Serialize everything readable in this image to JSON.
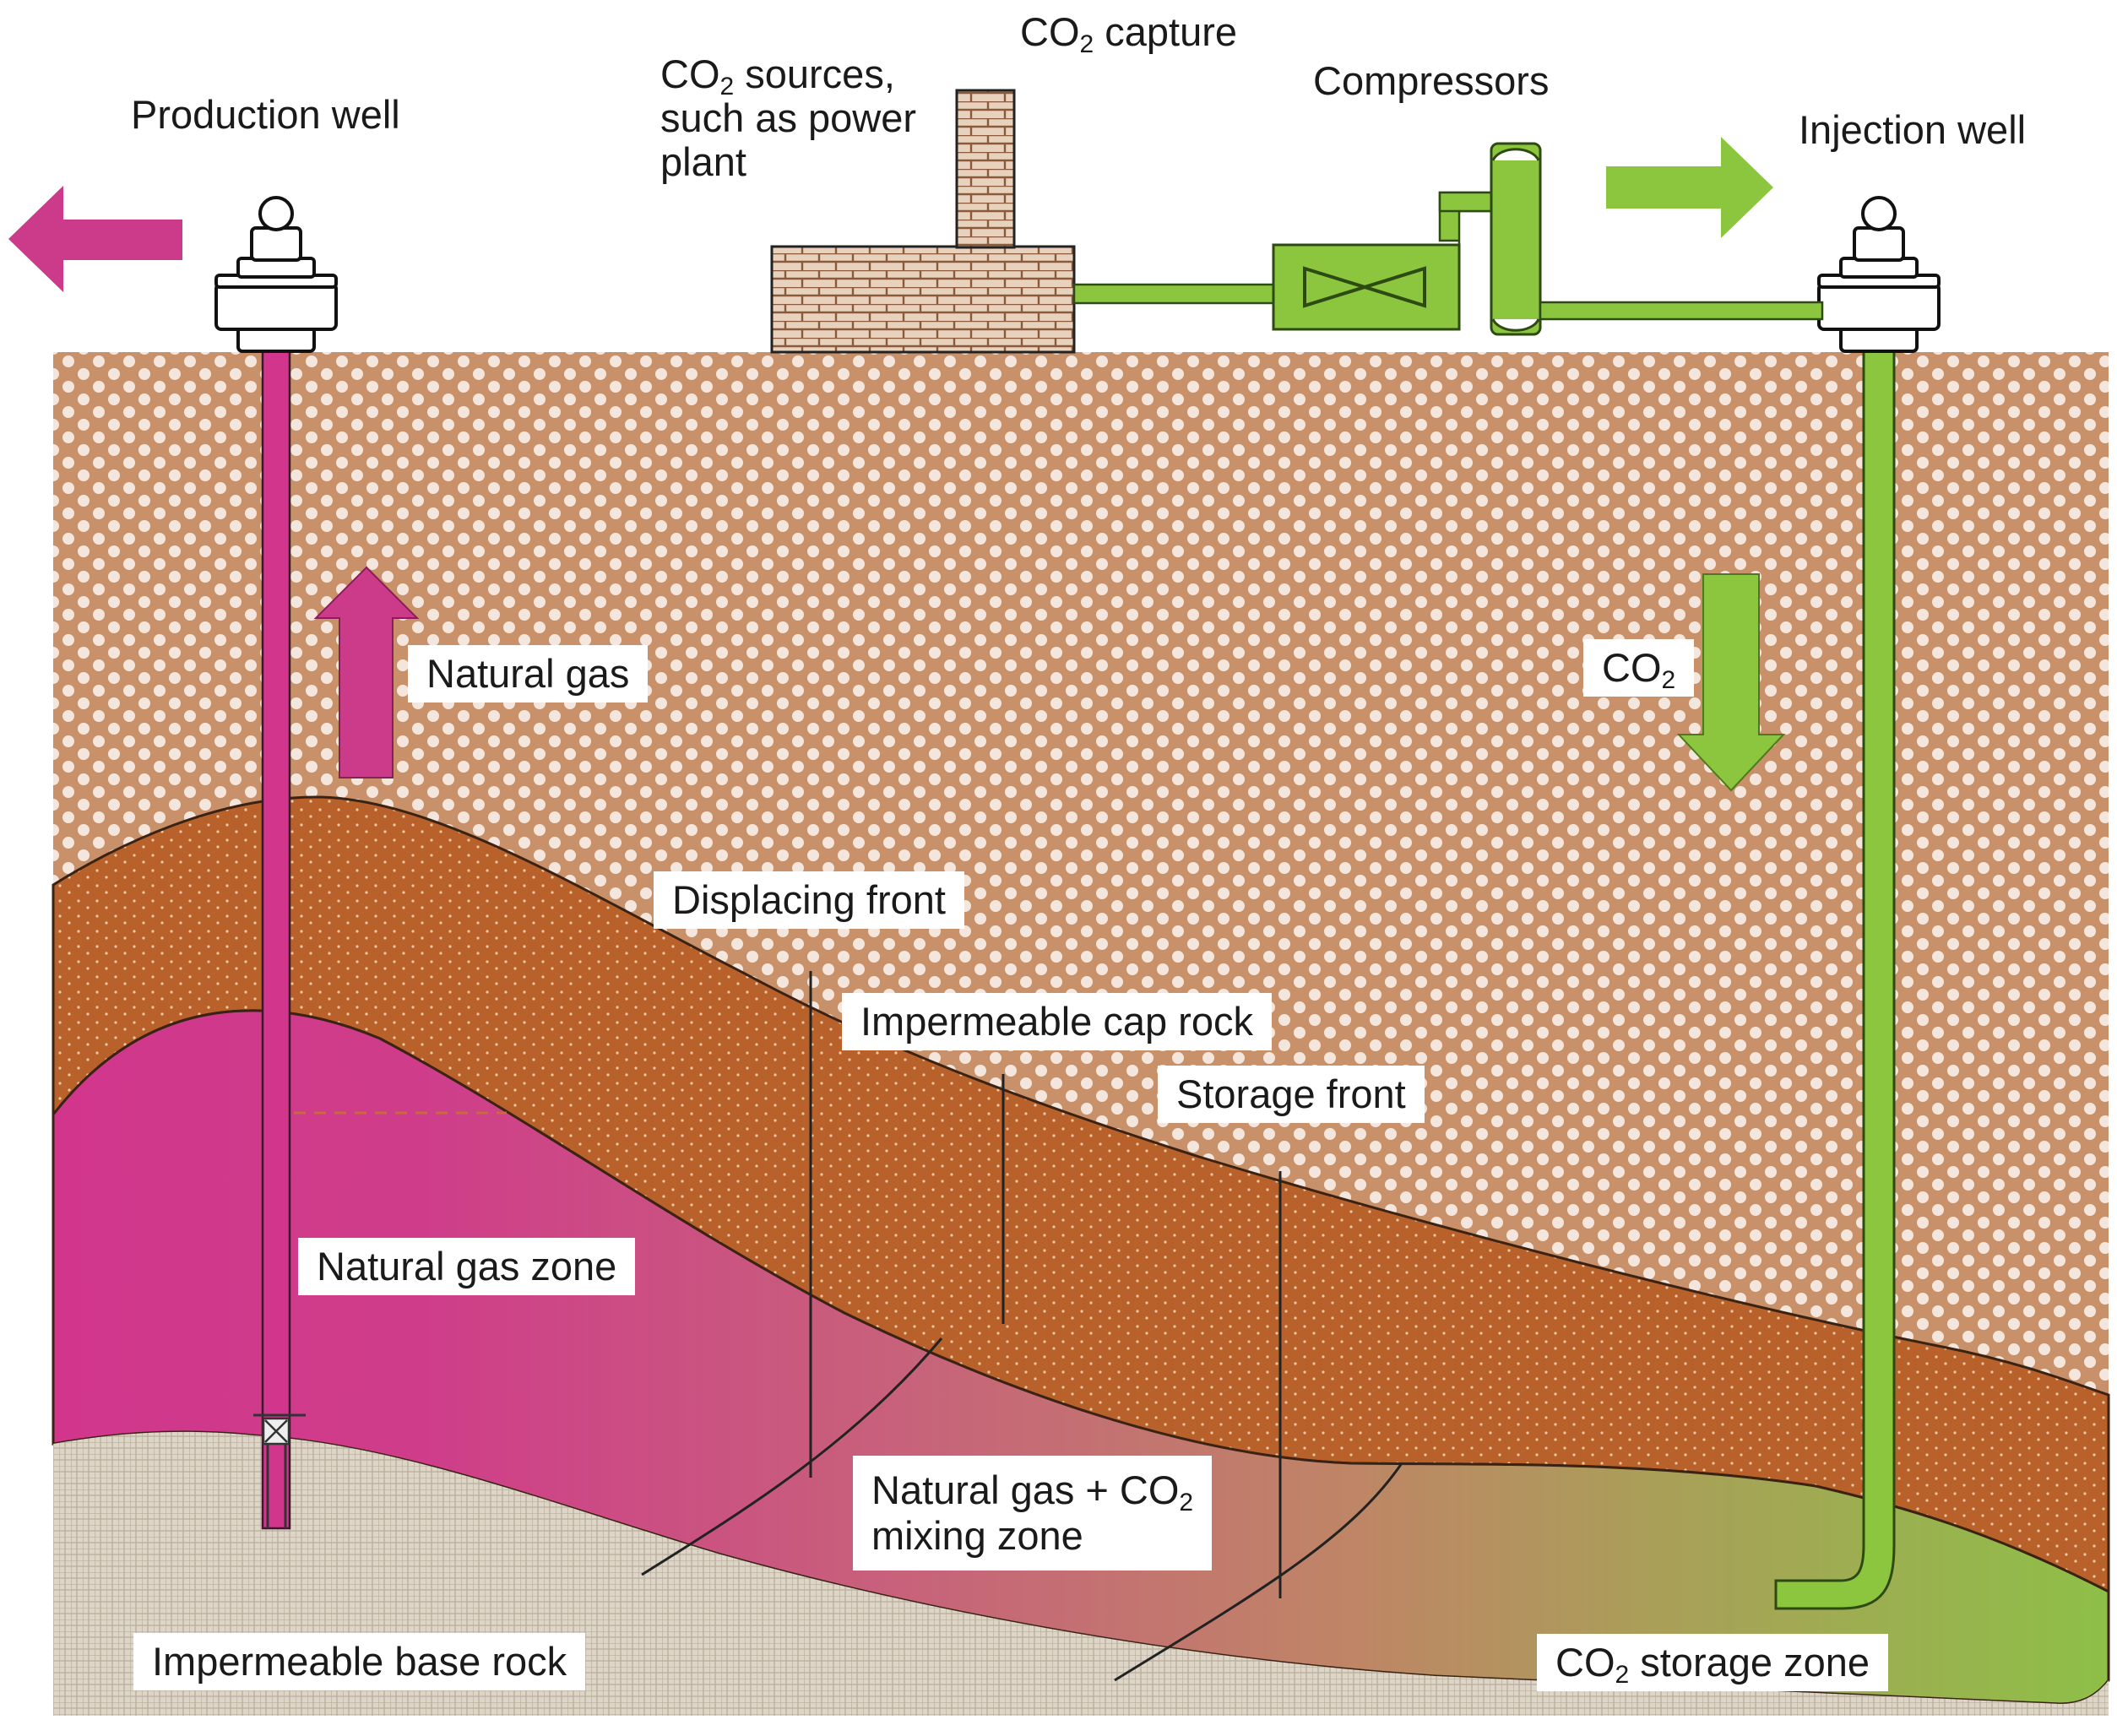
{
  "labels": {
    "production_well": "Production well",
    "co2_capture": {
      "pre": "CO",
      "sub": "2",
      "post": " capture"
    },
    "co2_sources": {
      "line1_pre": "CO",
      "line1_sub": "2",
      "line1_post": " sources,",
      "line2": "such as power",
      "line3": "plant"
    },
    "compressors": "Compressors",
    "injection_well": "Injection well",
    "natural_gas": "Natural gas",
    "co2_arrow": {
      "pre": "CO",
      "sub": "2"
    },
    "displacing_front": "Displacing front",
    "impermeable_cap_rock": "Impermeable cap rock",
    "storage_front": "Storage front",
    "natural_gas_zone": "Natural gas zone",
    "mixing_zone": {
      "line1_pre": "Natural gas + CO",
      "line1_sub": "2",
      "line2": "mixing zone"
    },
    "impermeable_base_rock": "Impermeable base rock",
    "co2_storage_zone": {
      "pre": "CO",
      "sub": "2",
      "post": " storage zone"
    }
  },
  "colors": {
    "overburden": "#c8916a",
    "cap_rock": "#b8612a",
    "natural_gas": "#d1368c",
    "mixing": "#c86a6e",
    "storage_front_zone": "#b89262",
    "co2_storage": "#8ebf48",
    "base_rock": "#ddd5c8",
    "co2_green": "#8cc63f",
    "gas_magenta": "#cc3a8a",
    "brick": "#c8916a"
  }
}
